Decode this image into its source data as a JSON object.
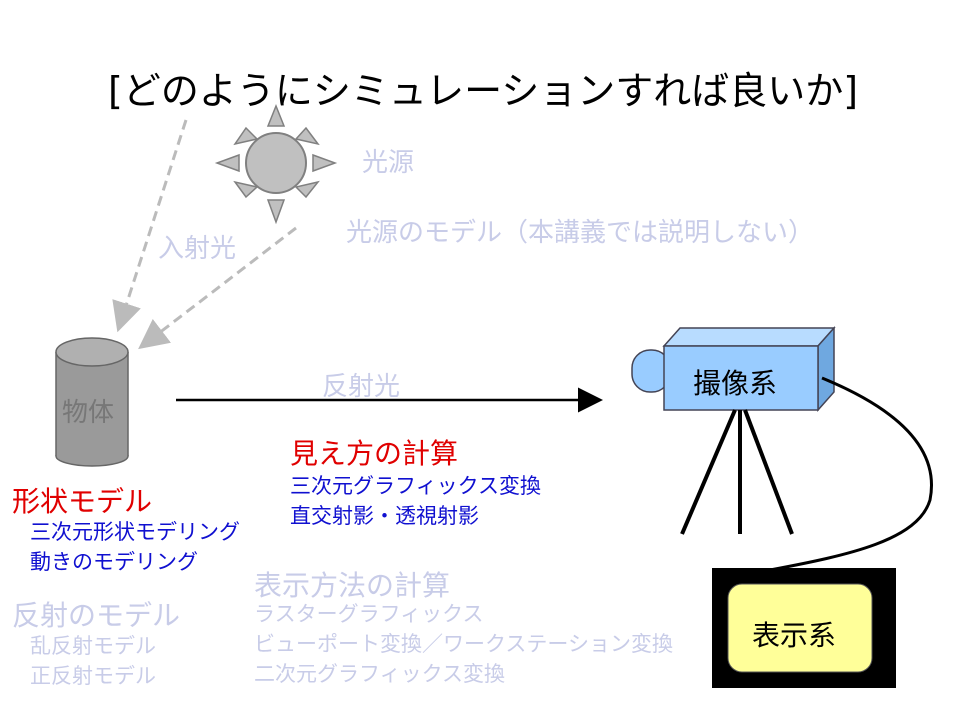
{
  "title": "[どのようにシミュレーションすれば良いか]",
  "light_source": {
    "label": "光源",
    "model_note": "光源のモデル（本講義では説明しない）",
    "incident_label": "入射光"
  },
  "object": {
    "label": "物体",
    "reflected_label": "反射光"
  },
  "camera": {
    "label": "撮像系"
  },
  "display": {
    "label": "表示系"
  },
  "view_calc": {
    "heading": "見え方の計算",
    "items": [
      "三次元グラフィックス変換",
      "直交射影・透視射影"
    ]
  },
  "shape_model": {
    "heading": "形状モデル",
    "items": [
      "三次元形状モデリング",
      "動きのモデリング"
    ]
  },
  "reflection_model": {
    "heading": "反射のモデル",
    "items": [
      "乱反射モデル",
      "正反射モデル"
    ]
  },
  "display_calc": {
    "heading": "表示方法の計算",
    "items": [
      "ラスターグラフィックス",
      "ビューポート変換／ワークステーション変換",
      "二次元グラフィックス変換"
    ]
  },
  "colors": {
    "emphasis_red": "#e00000",
    "emphasis_blue": "#1010d0",
    "faded": "#c8cce8",
    "camera_fill": "#99ccff",
    "display_fill": "#ffff99"
  }
}
